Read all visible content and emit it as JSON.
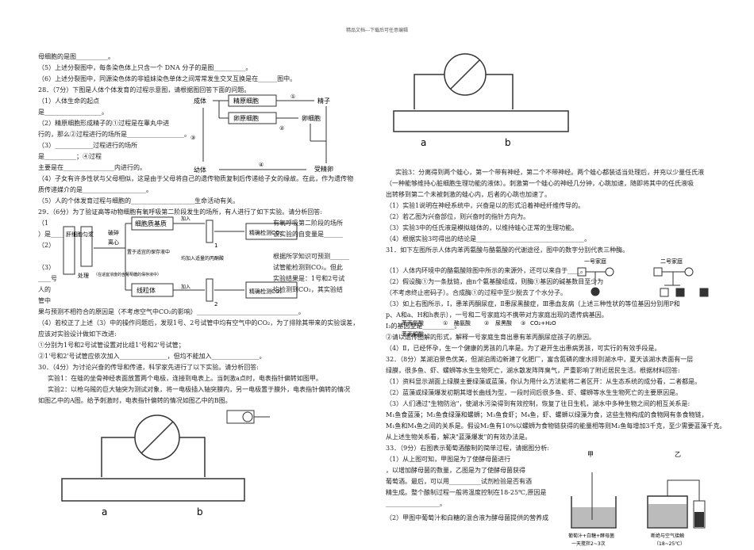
{
  "header": "精品文档---下载后可任意编辑",
  "left": {
    "l1": "母细胞的是图__________。",
    "q5": "（5）上述分裂图中，每条染色体上只含一个 DNA 分子的是图__________。",
    "q6": "（6）上述分裂图中，同源染色体的非姐妹染色单体之间常常发生交叉互换是在______图中。",
    "q28": "28．（7分）下图是人体个体发育的过程示意图，请根据图回答下面的问题。",
    "q28_1": "（1）人体生命的起点",
    "q28_1b": "是__________________。",
    "q28_2": "（2）精原细胞形成精子的①过程是在睾丸中进",
    "q28_2b": "行的，那么②过程进行的场所是__________________。",
    "q28_3": "（3）____________过程进行的场所",
    "q28_3b": "是__________；④过程",
    "q28_3c": "主要是在________________内进行的。",
    "q28_4": "（4）子女有许多性状与父母相似，这是由于父母将自己的遗传物质复制后传递给子女的缘故。在此，作为遗传物",
    "q28_4b": "质传递媒介的是____________________。",
    "q28_5": "（5）人的个体发育过程与细胞的____________________生命活动有关。",
    "q29": "29．（6分）为了验证高等动物细胞有氧呼吸第二阶段发生的场所，有人进行了如下实验。请分析回答:",
    "q29_1": "（1",
    "q29_1b": "）是____",
    "q29_2": "（2）",
    "q29_3": "（3）",
    "q29_3b": "____号",
    "q29_3c": "人的",
    "q29_3d": "管中",
    "q29_r1": "有氧呼吸第二阶段的场所",
    "q29_r2": "该实验的自变量是______",
    "q29_r3": "根据所学知识可预测______",
    "q29_r4": "试管能检测到CO₂。但此",
    "q29_r5": "实验结果是：1号和2号试",
    "q29_r6": "均检测到CO₂，其实验结",
    "q29_p": "果与预测不相符合的原因是（不考虑空气中CO₂的影响）________________________________。",
    "q29_4": "（4）若校正了上述（3）中的操作问题后，发现1号、2号试管中均有空气中的CO₂，为了排除其带来的实验误差，",
    "q29_4b": "应该对实验设计做如下改进:",
    "q29_4c": "①分别为1号和2号试管设置对比组1'号和2'号试管；",
    "q29_4d": "②1'号和2'号试管应依次加入_______________，但均不能加入_______________。",
    "q30": "30．（4分）为讨论兴奋的传导和传递，科学家先进行了以下实验。请分析回答:",
    "q30_e1": "实验1：在蛙的坐骨神经表面放置两个电极，连接到电表上。当刺激a点时，电表指针偏转如图甲。",
    "q30_e2": "实验2：以枪乌贼的巨大轴突为测试对象，将一电极插入轴突膜内，另一电极置于膜外，电表指针偏转的情况",
    "q30_e2b": "如图乙中的A图。给予刺激时，电表指针偏转的情况如图乙中的B图。",
    "fig_a": "a",
    "fig_b": "b",
    "diag": {
      "chengti": "成体",
      "jingyuan": "精原细胞",
      "luanyuan": "卵原细胞",
      "jingzi": "精子",
      "luanxibao": "卵细胞",
      "youti": "幼体",
      "shoujingluan": "受精卵",
      "n1": "①",
      "n2": "②",
      "n3": "③",
      "n4": "④"
    },
    "exp": {
      "gan": "肝细胞",
      "yeng": "匀浆",
      "chuli": "处理",
      "lixin": "离心",
      "suilie": "破碎",
      "pz": "细胞质基质",
      "xianliti": "线粒体",
      "jiaru": "加入",
      "kuohao": "（在适宜浓度的含葡萄糖的保存液中）",
      "zhiyu": "置于适宜的保存液中",
      "junjiaru": "均加入适量的丙酮酸",
      "jiance": "精确检测CO₂",
      "t1": "1",
      "t2": "2"
    }
  },
  "right": {
    "fig_a": "a",
    "fig_b": "b",
    "e3": "实验3：分离得到两个蛙心，第一个带有神经，第二个不带神经。两个蛙心都装适当处理后，并充以少量任氏液",
    "e3b": "（一种能够维持心脏细胞生理功能的液体）。刺激第一个蛙心的神经几分钟，心跳加速，随即将其中的任氏液吸",
    "e3c": "出转移到第二个未被刺激的蛙心内，后者的心跳也加速了。",
    "q1": "（1）实验1说明在神经系统中，兴奋是以的形式沿着神经纤维传导的。",
    "q2": "（2）若乙图为兴奋部位，则兴奋时的指针方向为。",
    "q3": "（3）实验3中的任氏液是模拟蛙体的，以维持蛙心正常的生理功能。",
    "q4": "（4）根据实验3可得出的结论是__________________________________。",
    "q31": "31．如下左图所示人体内苯丙氨酸与酪氨酸的代谢途径，图中的数字分别代表三种酶。",
    "q31_1": "（1）人体内环境中的酪氨酸除图中所示的来源外，还可以来自于____。",
    "q31_2": "（2）假设酶①为一条肽链，由n个氨基酸组成，则酶①基因的碱基数目至少为",
    "q31_2b": "（不考虑终止密码子）。合成酶①的过程中至少脱去了个水分子。",
    "q31_3": "（3）如上右图所示，I，患苯丙酮尿症，Ⅱ患尿黑酸症，Ⅲ患血友病（上述三种性状的等位基因分别用P和",
    "q31_3b": "p、A和a、H和h表示），一号和二号家庭均不携带对方家庭出现的遗传病基因。",
    "q31_3c": "I₃的基因型是__________。",
    "q31_4": "②请以遗传图解的形式，解释一号家庭生育出患有苯丙酮尿症孩子的原因。",
    "q31_5": "（4）Ⅱ，已经怀孕，生一个健康的男孩的几率是。为了避开生出患病男孩，可实行的有效手段是。",
    "q32": "32．（8分）某湖泊景色优美，但湖泊周边新建了化肥厂，富含氮磷的废水排到湖水中，夏天该湖水表面有一层",
    "q32b": "绿膜，很多鱼、虾、螺蛳等水生生物死亡，湖水散发阵阵臭气，严重影响了附近居民生活。根据材料回答:",
    "q32_1": "（1）资料显示湖面上绿膜主要绿藻或蓝藻，你认为用什么方法能将二者区开：从生态系统的成分看，二者都是。",
    "q32_2": "（2）蓝藻或绿藻爆发初期其增长曲线为型，一段时间后很多鱼、虾、螺蛳等水生生物死亡的主要原因是。",
    "q32_3": "（3）人们通过\"生物防治\"，使湖水污染得到有效控制，恢复了往日生机，湖水中多种生物之间的相互关系是:",
    "q32_3b": "M₁鱼食蓝藻；M₂鱼食绿藻和螺蛳；M₃鱼食虾；M₄鱼，虾、螺蛳以绿藻为食，这些生物构成的食物网有条食物链，",
    "q32_3c": "M₁鱼和M₄鱼之间的关系是。假设M₂鱼有10%以螺蛳为食物链获得的能量相等则M₂鱼每增加3千克，至少需要蓝藻千克。",
    "q32_3d": "从上述生物关系看，解决\"蓝藻爆发\"的有效办法是。",
    "q33": "33．（9分）右图表示葡萄酒酿制的简单过程，请据图分析:",
    "q33_1": "（1）从上图可知，甲图是为了使酵母菌进行",
    "q33_1b": "，以增加酵母菌的数量，乙图是为了使酵母菌获得",
    "q33_1c": "葡萄酒。最后，可以用__________试剂检验是否有酒",
    "q33_1d": "精生成。整个酿制过程一般将温度控制在18-25℃,原因是",
    "q33_1e": "_________________。",
    "q33_2": "（2）甲图中葡萄汁和白糖的混合液为酵母菌提供的营养成",
    "jia": "甲",
    "yi": "乙",
    "jia_cap": "葡萄汁+白糖+酵母菌",
    "jia_cap2": "一天搅拌2~3次",
    "yi_cap": "断绝与空气接触",
    "yi_cap2": "（18~25℃）",
    "path": {
      "phe": "苯丙氨酸",
      "tyr": "酪氨酸",
      "hgl": "尿黑酸",
      "ppa": "苯丙酮酸",
      "co2": "CO₂+H₂O",
      "n1": "①",
      "n2": "②",
      "n3": "③",
      "jia1": "一号家庭",
      "jia2": "二号家庭"
    }
  }
}
